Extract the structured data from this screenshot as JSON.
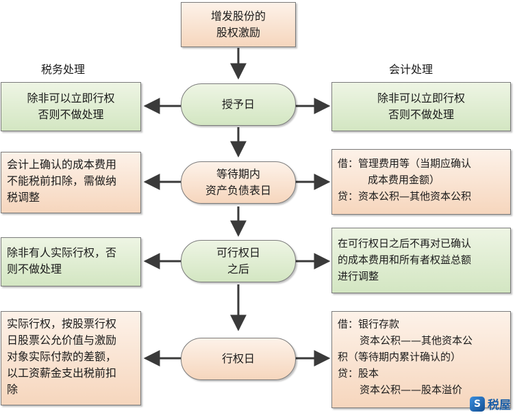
{
  "top": {
    "line1": "增发股份的",
    "line2": "股权激励"
  },
  "headers": {
    "left": "税务处理",
    "right": "会计处理"
  },
  "nodes": {
    "grant": "授予日",
    "waiting": {
      "line1": "等待期内",
      "line2": "资产负债表日"
    },
    "vest": {
      "line1": "可行权日",
      "line2": "之后"
    },
    "exercise": "行权日"
  },
  "tax": {
    "grant": {
      "line1": "除非可以立即行权",
      "line2": "否则不做处理"
    },
    "waiting": {
      "line1": "会计上确认的成本费用",
      "line2": "不能税前扣除，需做纳",
      "line3": "税调整"
    },
    "vest": {
      "line1": "除非有人实际行权，否",
      "line2": "则不做处理"
    },
    "exercise": {
      "line1": "实际行权，按股票行权",
      "line2": "日股票公允价值与激励",
      "line3": "对象实际付款的差额，",
      "line4": "以工资薪金支出税前扣",
      "line5": "除"
    }
  },
  "accounting": {
    "grant": {
      "line1": "除非可以立即行权",
      "line2": "否则不做处理"
    },
    "waiting": {
      "line1": "借：管理费用等（当期应确认",
      "line2": "成本费用金额）",
      "line3": "贷：资本公积—其他资本公积"
    },
    "vest": {
      "line1": "在可行权日之后不再对已确认",
      "line2": "的成本费用和所有者权益总额",
      "line3": "进行调整"
    },
    "exercise": {
      "line1": "借：银行存款",
      "line2": "资本公积——其他资本公",
      "line3": "积（等待期内累计确认的）",
      "line4": "贷：股本",
      "line5": "资本公积——股本溢价"
    }
  },
  "watermark": {
    "mark": "S",
    "text": "税屋"
  },
  "colors": {
    "orange_fill": "#f6d6bd",
    "green_fill": "#d3e6c2",
    "arrow": "#3a3a3a"
  }
}
